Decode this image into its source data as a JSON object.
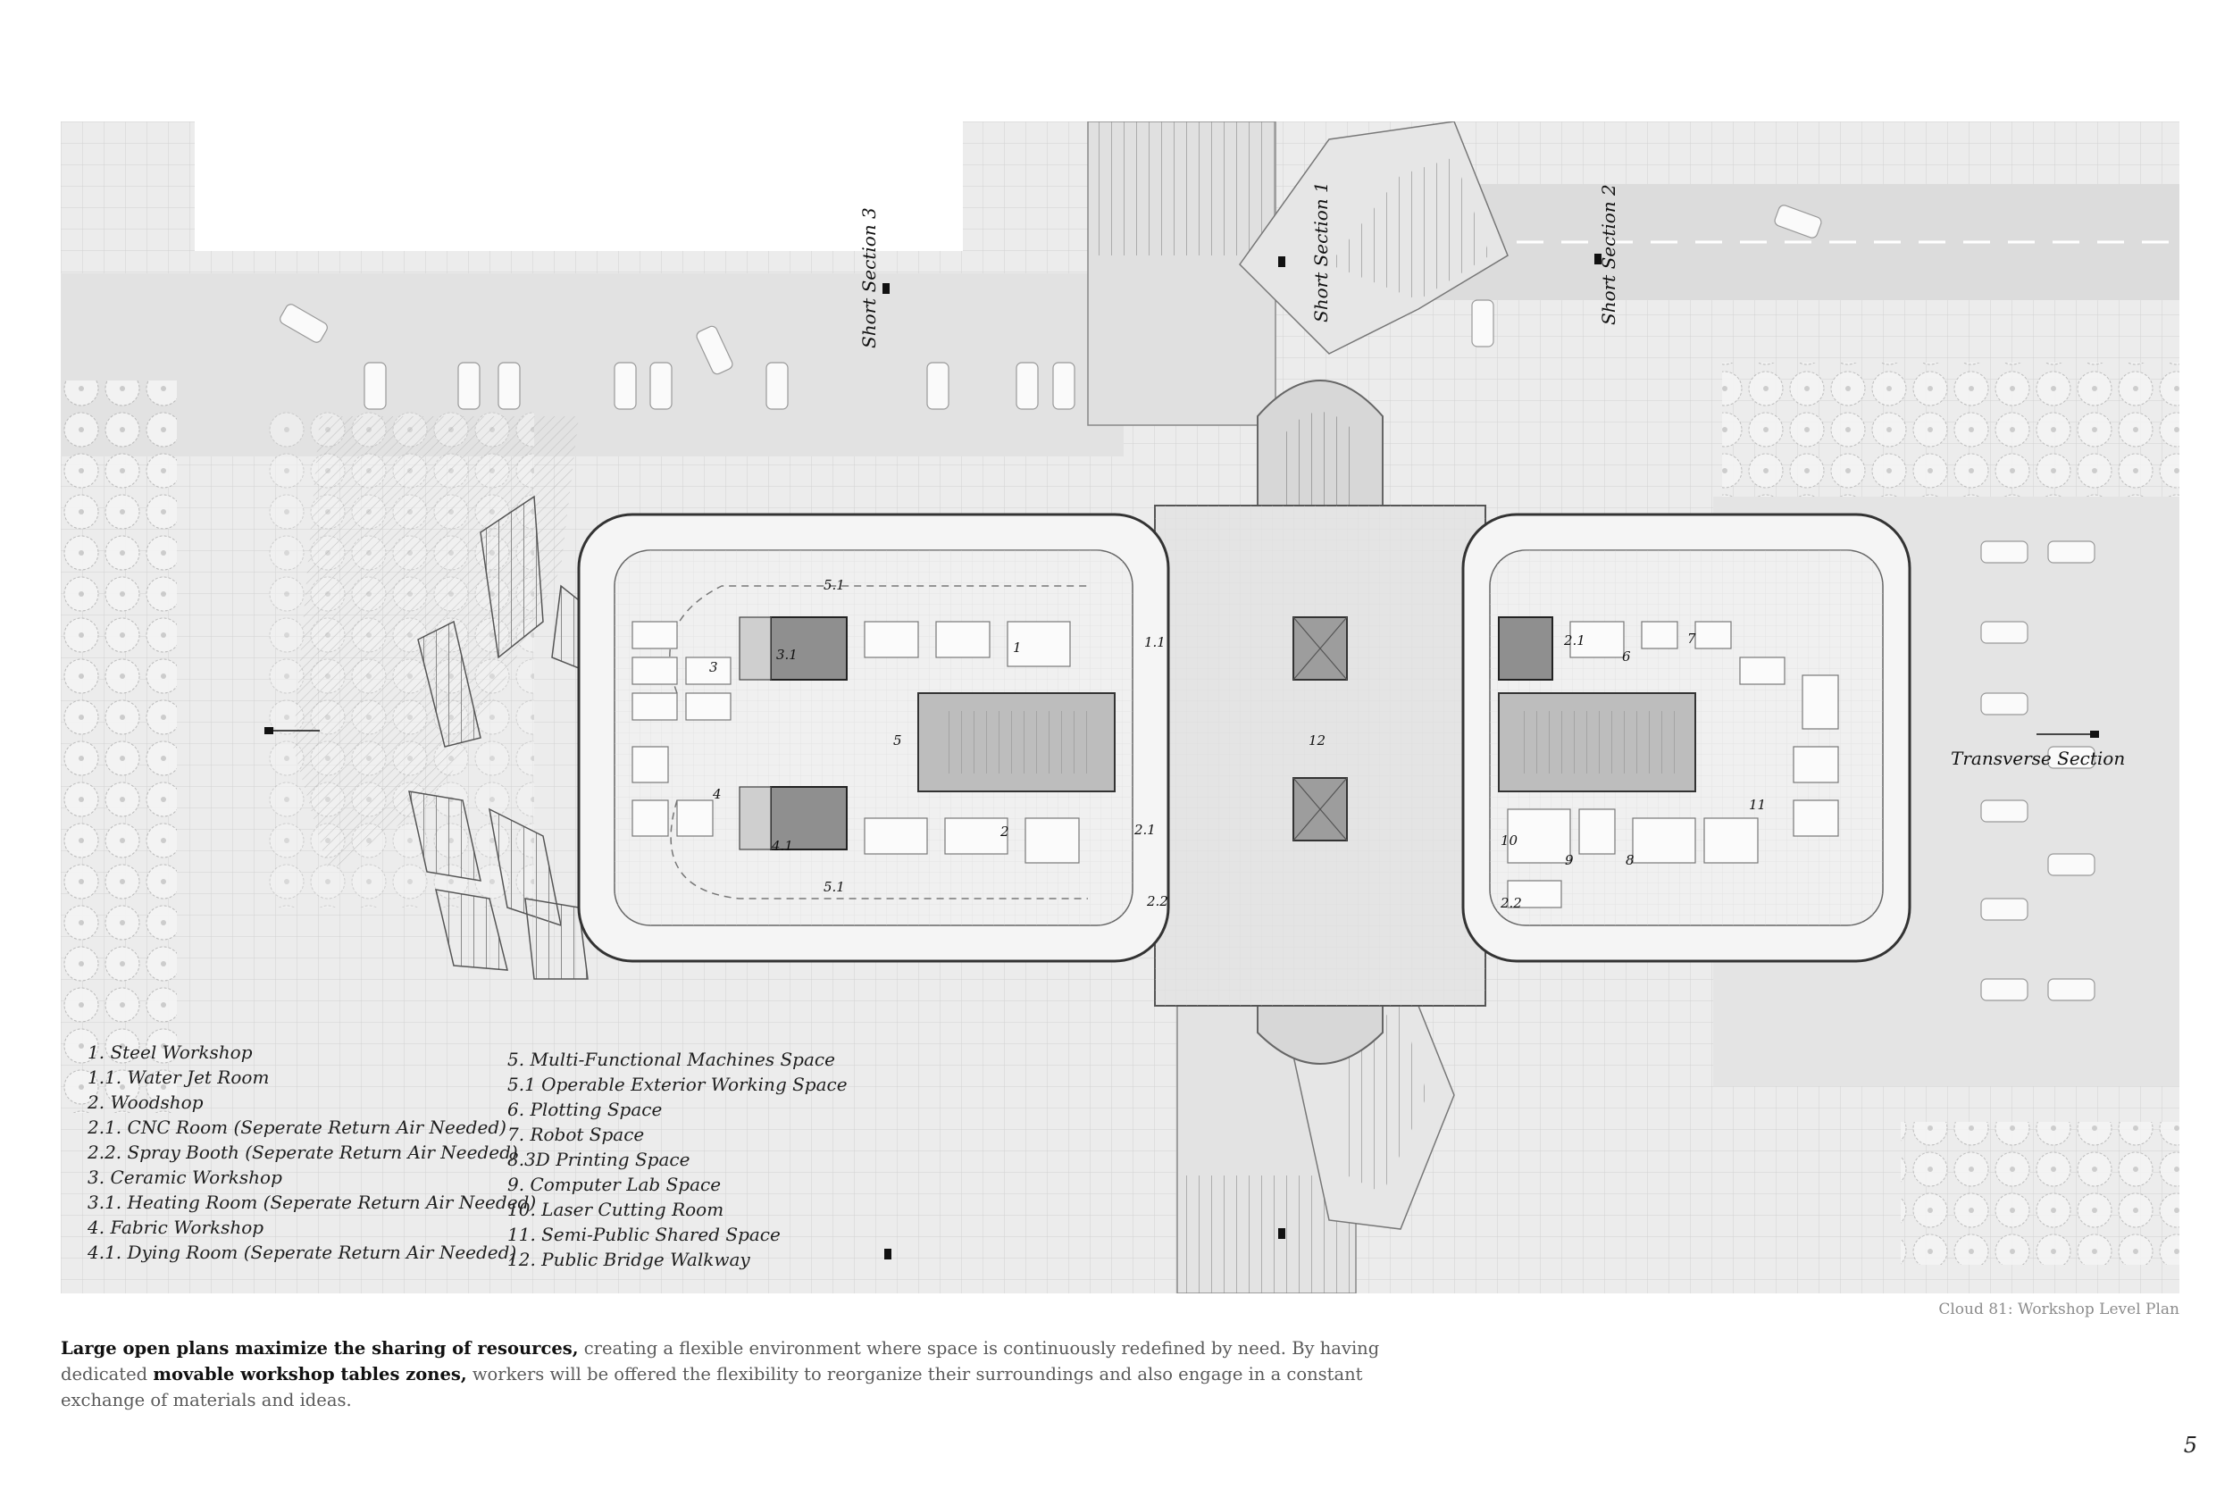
{
  "plan": {
    "section_labels": {
      "short_section_1": "Short Section 1",
      "short_section_2": "Short Section 2",
      "short_section_3": "Short Section 3",
      "transverse": "Transverse Section"
    },
    "room_tags": {
      "r1": "1",
      "r1_1": "1.1",
      "r2": "2",
      "r2_1_left": "2.1",
      "r2_1_right": "2.1",
      "r2_2_left": "2.2",
      "r2_2_right": "2.2",
      "r3": "3",
      "r3_1": "3.1",
      "r4": "4",
      "r4_1": "4.1",
      "r5": "5",
      "r5_1_top": "5.1",
      "r5_1_bottom": "5.1",
      "r6": "6",
      "r7": "7",
      "r8": "8",
      "r9": "9",
      "r10": "10",
      "r11": "11",
      "r12": "12"
    }
  },
  "legend_left": [
    "1. Steel Workshop",
    "1.1. Water Jet Room",
    "2. Woodshop",
    "2.1. CNC Room (Seperate Return Air Needed)",
    "2.2. Spray Booth (Seperate Return Air Needed)",
    "3. Ceramic Workshop",
    "3.1. Heating Room (Seperate Return Air Needed)",
    "4. Fabric Workshop",
    "4.1. Dying Room (Seperate Return Air Needed)"
  ],
  "legend_right": [
    "5. Multi-Functional Machines Space",
    "5.1 Operable Exterior Working Space",
    "6. Plotting Space",
    "7. Robot Space",
    "8.3D Printing Space",
    "9. Computer Lab Space",
    "10. Laser Cutting Room",
    "11. Semi-Public Shared Space",
    "12. Public Bridge Walkway"
  ],
  "caption": "Cloud 81: Workshop Level Plan",
  "body": {
    "bold1": "Large open plans maximize the sharing of resources,",
    "text1": " creating a flexible environment where space is continuously redefined by need. By having dedicated ",
    "bold2": "movable workshop tables zones,",
    "text2": " workers will be offered the flexibility to reorganize their surroundings and also engage in a constant exchange of materials and ideas."
  },
  "page_number": "5",
  "colors": {
    "paper": "#ffffff",
    "site_gray": "#e9e9e9",
    "line": "#9a9a9a",
    "dark": "#333333"
  }
}
